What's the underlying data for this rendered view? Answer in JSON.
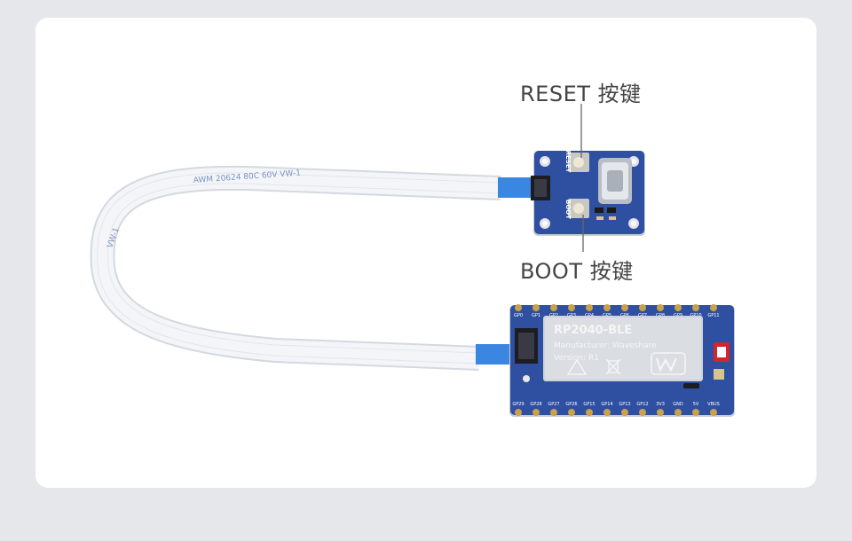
{
  "callouts": {
    "reset": "RESET 按键",
    "boot": "BOOT 按键"
  },
  "boards": {
    "adapter": {
      "reset_silk": "RESET",
      "boot_silk": "BOOT"
    },
    "module": {
      "model": "RP2040-BLE",
      "manufacturer": "Manufacturer: Waveshare",
      "version": "Version: R1",
      "pin_labels_top": [
        "GP0",
        "GP1",
        "GP2",
        "GP3",
        "GP4",
        "GP5",
        "GP6",
        "GP7",
        "GP8",
        "GP9",
        "GP10",
        "GP11"
      ],
      "pin_labels_bottom": [
        "GP29",
        "GP28",
        "GP27",
        "GP26",
        "GP15",
        "GP14",
        "GP13",
        "GP12",
        "3V3",
        "GND",
        "5V",
        "VBUS"
      ]
    },
    "cable": {
      "print_top": "AWM 20624 80C 60V VW-1",
      "print_left": "VW-1"
    }
  },
  "colors": {
    "pcb_blue": "#2f4fa0",
    "pcb_blue_dark": "#223c82",
    "pad_gold": "#c9a24a",
    "cable_white": "#eef1f5",
    "stiffener_blue": "#3b86e0"
  }
}
